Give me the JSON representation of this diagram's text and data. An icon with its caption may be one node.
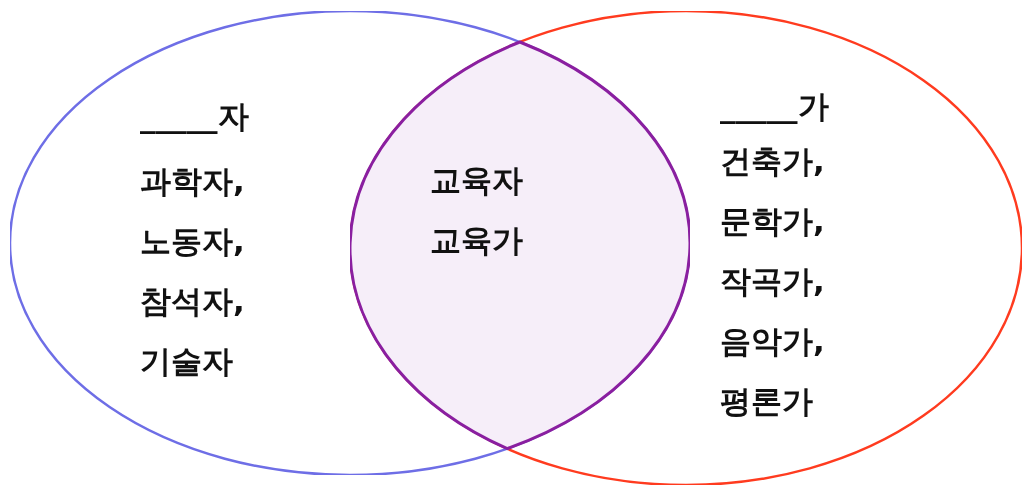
{
  "diagram": {
    "nodes": [
      {
        "text": [
          "_____자",
          "과학자,",
          "노동자,",
          "참석자,",
          "기술자"
        ]
      },
      {
        "text": [
          "_____가",
          "건축가,",
          "문학가,",
          "작곡가,",
          "음악가,",
          "평론가"
        ]
      },
      {
        "text": [
          "교육자",
          "교육가"
        ]
      }
    ],
    "edges": []
  }
}
